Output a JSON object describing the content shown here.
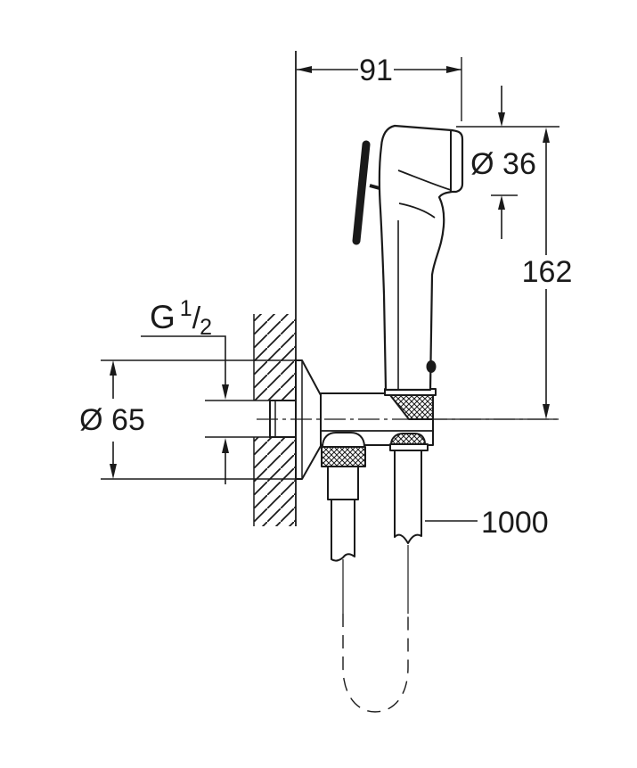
{
  "drawing": {
    "line_color": "#1a1a1a",
    "background_color": "#ffffff",
    "dimensions": {
      "mount_depth": "91",
      "head_diameter": "Ø 36",
      "total_height": "162",
      "thread_prefix": "G",
      "thread_numerator": "1",
      "thread_slash": "/",
      "thread_denominator": "2",
      "escutcheon_diameter": "Ø 65",
      "hose_length": "1000"
    }
  }
}
